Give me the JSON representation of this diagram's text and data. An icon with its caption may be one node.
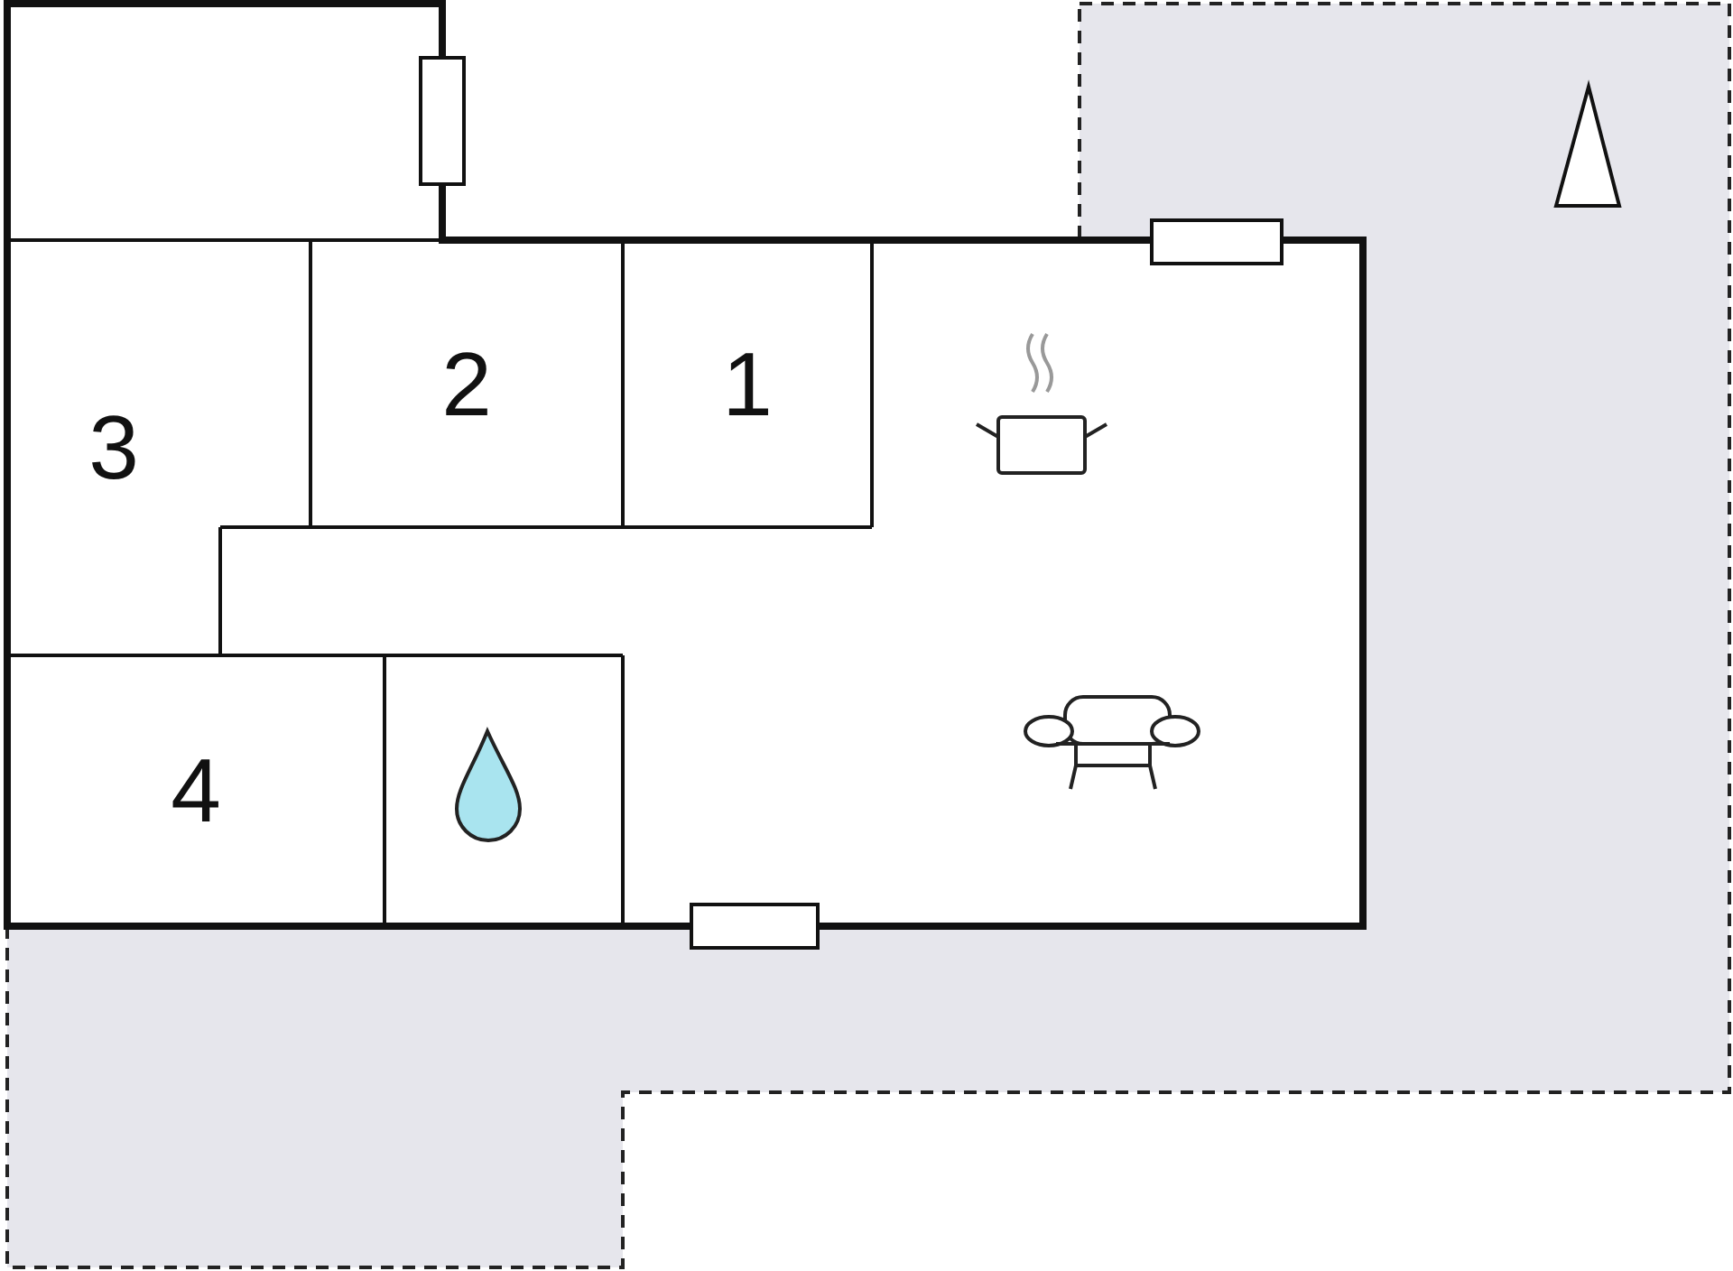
{
  "diagram": {
    "nodes": [
      {
        "text": [
          "3"
        ]
      },
      {
        "text": [
          "2"
        ]
      },
      {
        "text": [
          "1"
        ]
      },
      {
        "text": [
          "4"
        ]
      }
    ],
    "edges": []
  }
}
